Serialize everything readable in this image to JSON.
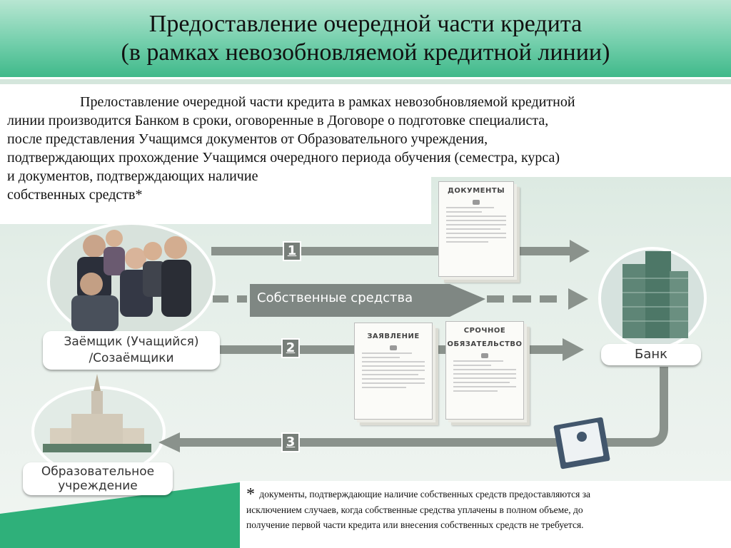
{
  "header": {
    "title_line1": "Предоставление очередной части кредита",
    "title_line2": "(в рамках невозобновляемой кредитной линии)"
  },
  "intro": {
    "lines": [
      "Прелоставление очередной части кредита в рамках невозобновляемой кредитной",
      "линии производится Банком в сроки, оговоренные в Договоре о подготовке специалиста,",
      "после представления Учащимся документов от Образовательного учреждения,",
      "подтверждающих прохождение Учащимся очередного периода обучения (семестра, курса)",
      "и документов, подтверждающих наличие",
      "собственных средств*"
    ]
  },
  "diagram": {
    "borrower_label_line1": "Заёмщик (Учащийся)",
    "borrower_label_line2": "/Созаёмщики",
    "bank_label": "Банк",
    "school_label_line1": "Образовательное",
    "school_label_line2": "учреждение",
    "own_funds_label": "Собственные средства",
    "badge_1": "1",
    "badge_2": "2",
    "badge_3": "3",
    "doc_documents_title": "ДОКУМЕНТЫ",
    "doc_application_title": "ЗАЯВЛЕНИЕ",
    "doc_obligation_title_line1": "СРОЧНОЕ",
    "doc_obligation_title_line2": "ОБЯЗАТЕЛЬСТВО",
    "colors": {
      "arrow": "#8a928c",
      "header_green": "#3fb98a",
      "footer_green": "#2fb07a"
    }
  },
  "footnote": {
    "star": "*",
    "line1": "документы, подтверждающие наличие собственных средств предоставляются за",
    "line2": "исключением случаев, когда собственные средства уплачены в полном объеме, до",
    "line3": "получение первой части кредита или внесения собственных средств не требуется."
  }
}
